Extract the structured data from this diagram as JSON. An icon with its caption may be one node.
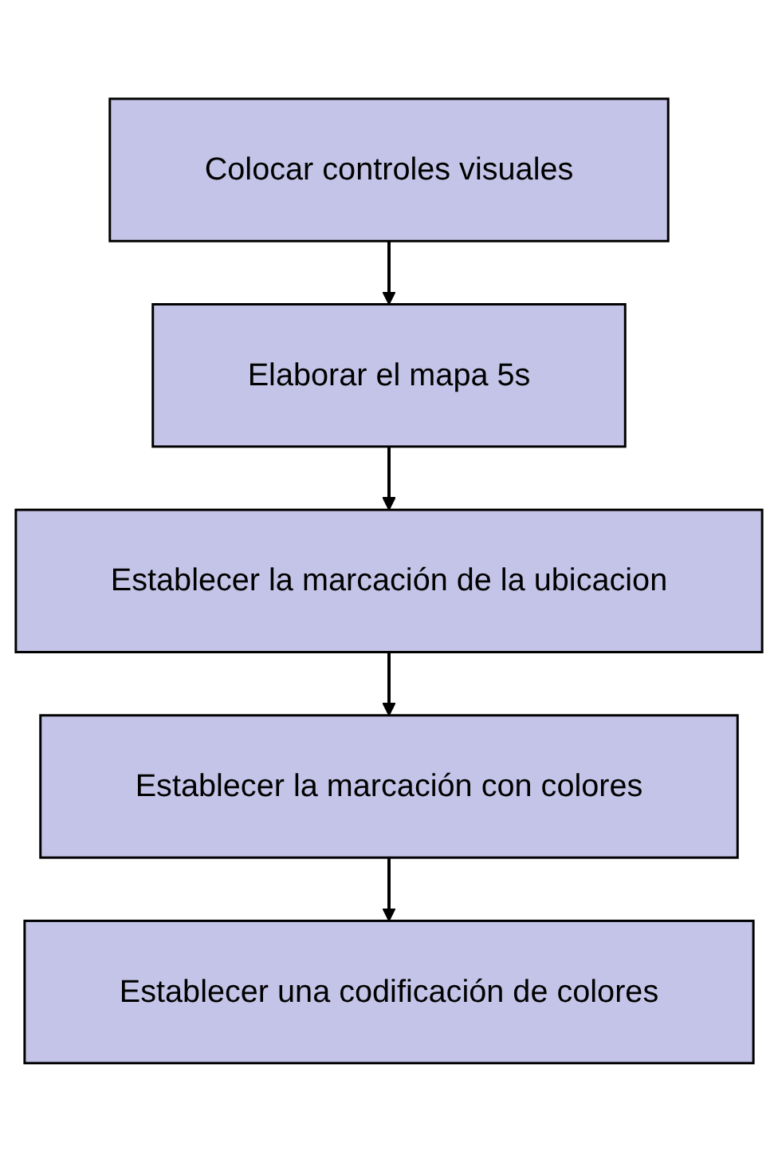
{
  "diagram": {
    "nodes": [
      {
        "text": [
          "Colocar controles visuales"
        ]
      },
      {
        "text": [
          "Elaborar el mapa 5s"
        ]
      },
      {
        "text": [
          "Establecer la marcación de la ubicacion"
        ]
      },
      {
        "text": [
          "Establecer la marcación con colores"
        ]
      },
      {
        "text": [
          "Establecer una codificación de colores"
        ]
      }
    ],
    "edges": [
      {
        "from": 0,
        "to": 1,
        "arrow": "to"
      },
      {
        "from": 1,
        "to": 2,
        "arrow": "to"
      },
      {
        "from": 2,
        "to": 3,
        "arrow": "to"
      },
      {
        "from": 3,
        "to": 4,
        "arrow": "to"
      }
    ]
  }
}
